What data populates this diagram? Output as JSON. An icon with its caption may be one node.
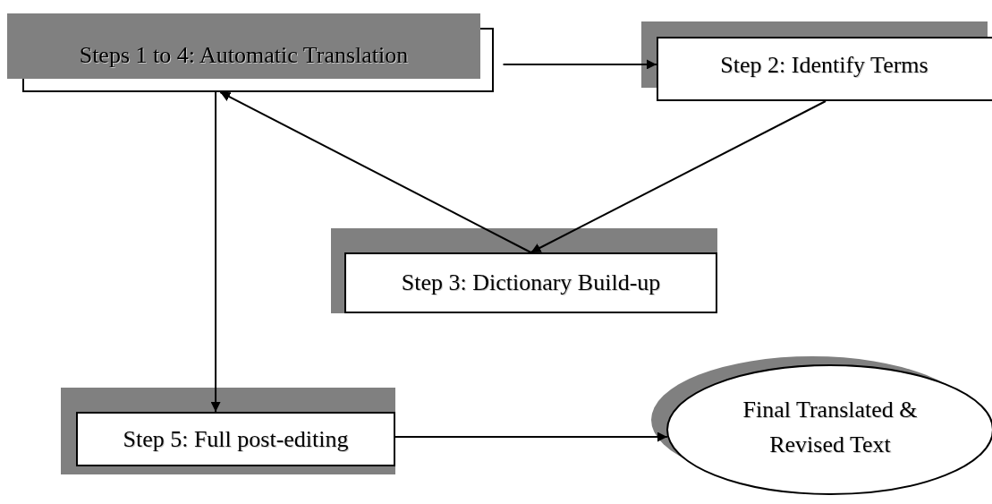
{
  "diagram": {
    "nodes": [
      {
        "text": [
          "Steps 1 to 4: Automatic Translation"
        ]
      },
      {
        "text": [
          "Step 2: Identify Terms"
        ]
      },
      {
        "text": [
          "Step 3: Dictionary Build-up"
        ]
      },
      {
        "text": [
          "Step 5: Full post-editing"
        ]
      },
      {
        "text": [
          "Final Translated & Revised Text"
        ]
      }
    ],
    "edges": [
      {
        "from": 0,
        "to": 1,
        "arrow": "to"
      },
      {
        "from": 1,
        "to": 2,
        "arrow": "to"
      },
      {
        "from": 2,
        "to": 0,
        "arrow": "to"
      },
      {
        "from": 0,
        "to": 3,
        "arrow": "to"
      },
      {
        "from": 3,
        "to": 4,
        "arrow": "to"
      }
    ]
  }
}
